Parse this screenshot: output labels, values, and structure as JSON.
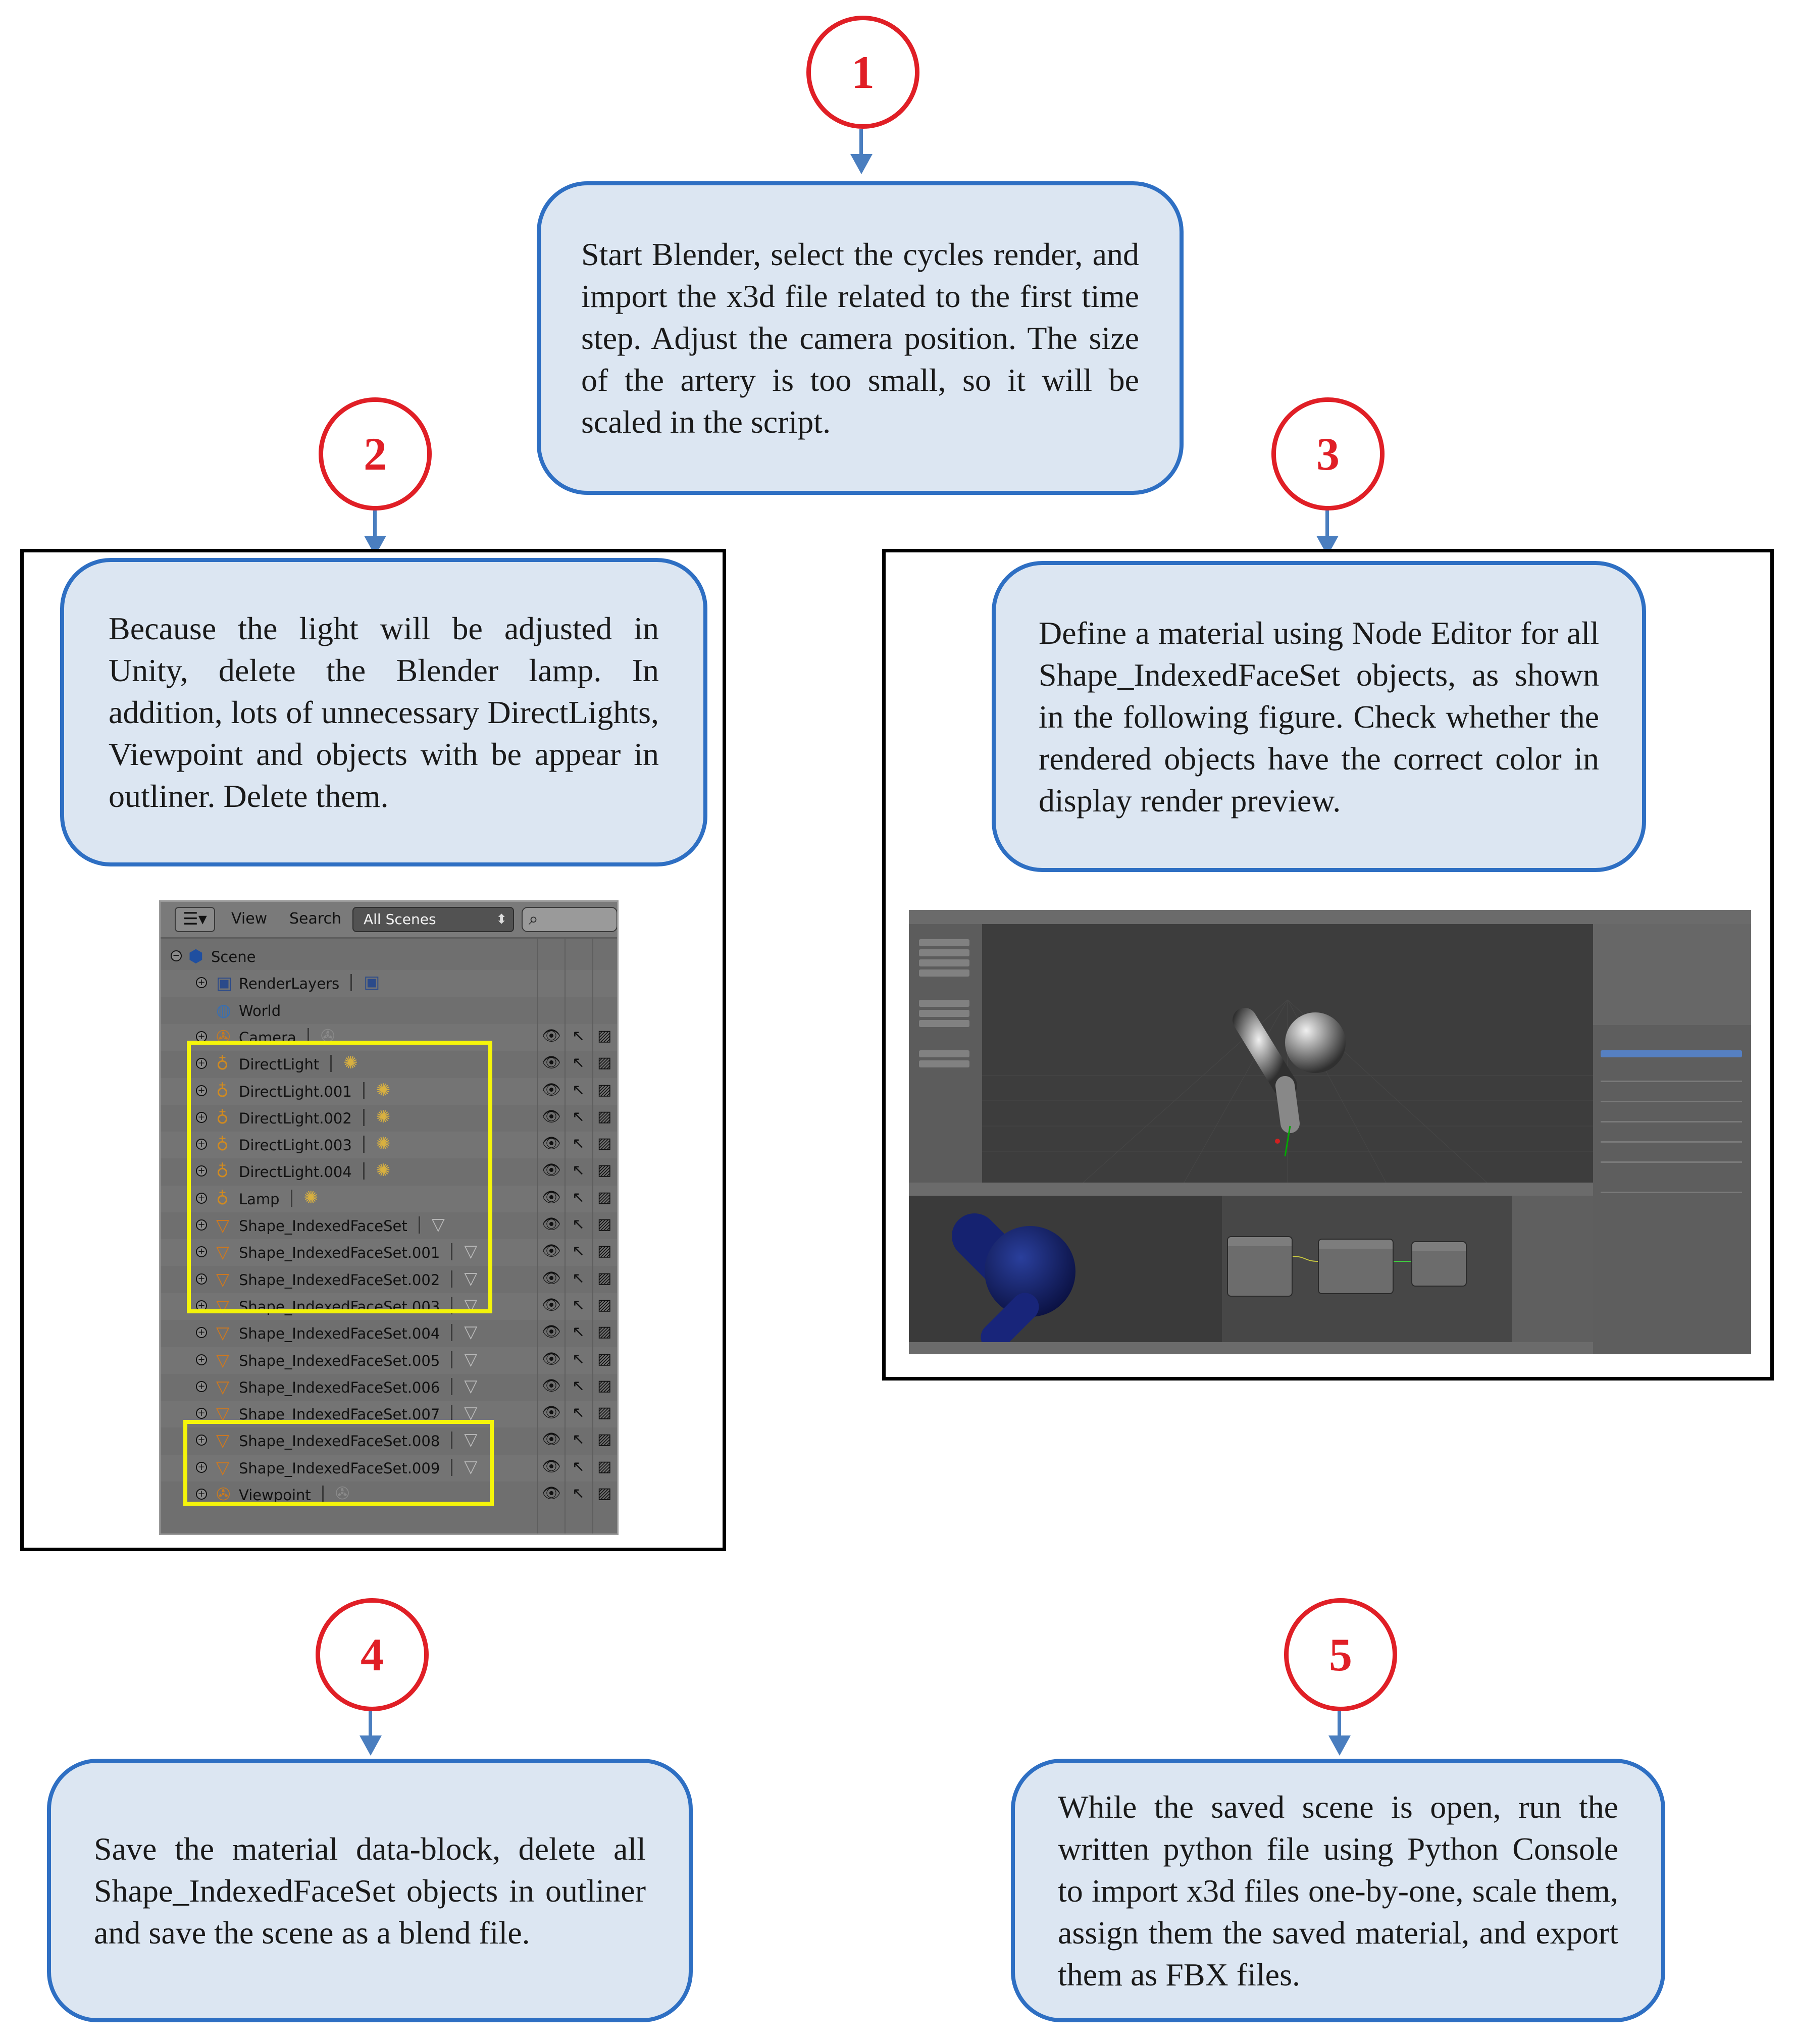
{
  "steps": [
    {
      "number": "1",
      "text": "Start Blender, select the cycles render, and import the x3d file related to the first time step. Adjust the camera position. The size of the artery is too small, so it will be scaled in the script."
    },
    {
      "number": "2",
      "text": "Because the light will be adjusted in Unity, delete the Blender lamp. In addition, lots of unnecessary DirectLights, Viewpoint and objects with be appear in outliner. Delete them."
    },
    {
      "number": "3",
      "text": "Define a material using Node Editor for all Shape_IndexedFaceSet objects, as shown in the following figure. Check whether the rendered objects have the correct color in display render preview."
    },
    {
      "number": "4",
      "text": "Save the material data-block, delete all Shape_IndexedFaceSet objects in outliner and save the scene as a blend file."
    },
    {
      "number": "5",
      "text": "While the saved scene is open, run the written python file using Python Console to import x3d files one-by-one, scale them, assign them the saved material, and export them as FBX files."
    }
  ],
  "outliner": {
    "menu_view": "View",
    "menu_search": "Search",
    "scene_select": "All Scenes",
    "items": [
      {
        "label": "Scene",
        "icon": "scene-icon",
        "data_icon": ""
      },
      {
        "label": "RenderLayers",
        "icon": "renderlayers-icon",
        "data_icon": "renderlayers-data-icon"
      },
      {
        "label": "World",
        "icon": "world-icon",
        "data_icon": ""
      },
      {
        "label": "Camera",
        "icon": "camera-icon",
        "data_icon": "camera-data-icon"
      },
      {
        "label": "DirectLight",
        "icon": "lamp-icon",
        "data_icon": "sun-icon"
      },
      {
        "label": "DirectLight.001",
        "icon": "lamp-icon",
        "data_icon": "sun-icon"
      },
      {
        "label": "DirectLight.002",
        "icon": "lamp-icon",
        "data_icon": "sun-icon"
      },
      {
        "label": "DirectLight.003",
        "icon": "lamp-icon",
        "data_icon": "sun-icon"
      },
      {
        "label": "DirectLight.004",
        "icon": "lamp-icon",
        "data_icon": "sun-icon"
      },
      {
        "label": "Lamp",
        "icon": "lamp-icon",
        "data_icon": "sun-icon"
      },
      {
        "label": "Shape_IndexedFaceSet",
        "icon": "mesh-icon",
        "data_icon": "mesh-data-icon"
      },
      {
        "label": "Shape_IndexedFaceSet.001",
        "icon": "mesh-icon",
        "data_icon": "mesh-data-icon"
      },
      {
        "label": "Shape_IndexedFaceSet.002",
        "icon": "mesh-icon",
        "data_icon": "mesh-data-icon"
      },
      {
        "label": "Shape_IndexedFaceSet.003",
        "icon": "mesh-icon",
        "data_icon": "mesh-data-icon"
      },
      {
        "label": "Shape_IndexedFaceSet.004",
        "icon": "mesh-icon",
        "data_icon": "mesh-data-icon"
      },
      {
        "label": "Shape_IndexedFaceSet.005",
        "icon": "mesh-icon",
        "data_icon": "mesh-data-icon"
      },
      {
        "label": "Shape_IndexedFaceSet.006",
        "icon": "mesh-icon",
        "data_icon": "mesh-data-icon"
      },
      {
        "label": "Shape_IndexedFaceSet.007",
        "icon": "mesh-icon",
        "data_icon": "mesh-data-icon"
      },
      {
        "label": "Shape_IndexedFaceSet.008",
        "icon": "mesh-icon",
        "data_icon": "mesh-data-icon"
      },
      {
        "label": "Shape_IndexedFaceSet.009",
        "icon": "mesh-icon",
        "data_icon": "mesh-data-icon"
      },
      {
        "label": "Viewpoint",
        "icon": "camera-icon",
        "data_icon": "camera-data-icon"
      }
    ]
  },
  "colors": {
    "circle_red": "#e01f26",
    "box_fill": "#dce6f2",
    "box_border": "#2e6fc3",
    "arrow": "#4a7ebf",
    "highlight_yellow": "#f5f50a"
  }
}
